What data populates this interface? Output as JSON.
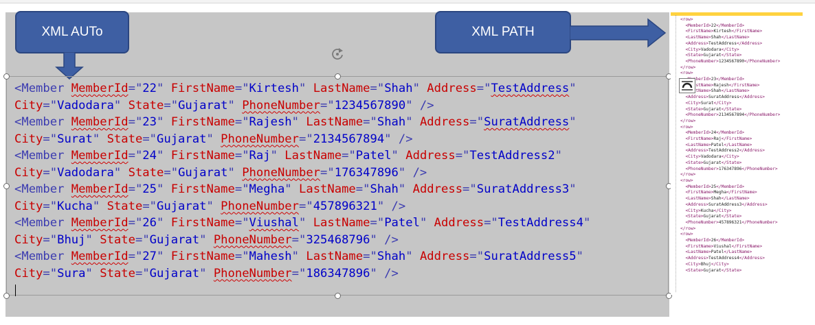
{
  "callouts": {
    "auto_label": "XML AUTo",
    "path_label": "XML PATH"
  },
  "members": [
    {
      "id": "22",
      "first": "Kirtesh",
      "last": "Shah",
      "address": "TestAddress",
      "city": "Vadodara",
      "state": "Gujarat",
      "phone": "1234567890"
    },
    {
      "id": "23",
      "first": "Rajesh",
      "last": "Shah",
      "address": "SuratAddress",
      "city": "Surat",
      "state": "Gujarat",
      "phone": "2134567894"
    },
    {
      "id": "24",
      "first": "Raj",
      "last": "Patel",
      "address": "TestAddress2",
      "city": "Vadodara",
      "state": "Gujarat",
      "phone": "176347896"
    },
    {
      "id": "25",
      "first": "Megha",
      "last": "Shah",
      "address": "SuratAddress3",
      "city": "Kucha",
      "state": "Gujarat",
      "phone": "457896321"
    },
    {
      "id": "26",
      "first": "Viushal",
      "last": "Patel",
      "address": "TestAddress4",
      "city": "Bhuj",
      "state": "Gujarat",
      "phone": "325468796"
    },
    {
      "id": "27",
      "first": "Mahesh",
      "last": "Shah",
      "address": "SuratAddress5",
      "city": "Sura",
      "state": "Gujarat",
      "phone": "186347896"
    }
  ],
  "xml_rows": [
    {
      "id": "22",
      "first": "Kirtesh",
      "last": "Shah",
      "address": "TestAddress",
      "city": "Vadodara",
      "state": "Gujarat",
      "phone": "1234567890"
    },
    {
      "id": "23",
      "first": "Rajesh",
      "last": "Shah",
      "address": "SuratAddress",
      "city": "Surat",
      "state": "Gujarat",
      "phone": "2134567894"
    },
    {
      "id": "24",
      "first": "Raj",
      "last": "Patel",
      "address": "TestAddress2",
      "city": "Vadodara",
      "state": "Gujarat",
      "phone": "176347896"
    },
    {
      "id": "25",
      "first": "Megha",
      "last": "Shah",
      "address": "SuratAddress3",
      "city": "Kucha",
      "state": "Gujarat",
      "phone": "457896321"
    },
    {
      "id": "26",
      "first": "Viushal",
      "last": "Patel",
      "address": "TestAddress4",
      "city": "Bhuj",
      "state": "Gujarat"
    }
  ],
  "colors": {
    "callout_fill": "#3e5fa3",
    "slide_bg": "#c6c6c6",
    "tag": "#3b3bb0",
    "attribute": "#c80000",
    "value": "#0000c8"
  }
}
